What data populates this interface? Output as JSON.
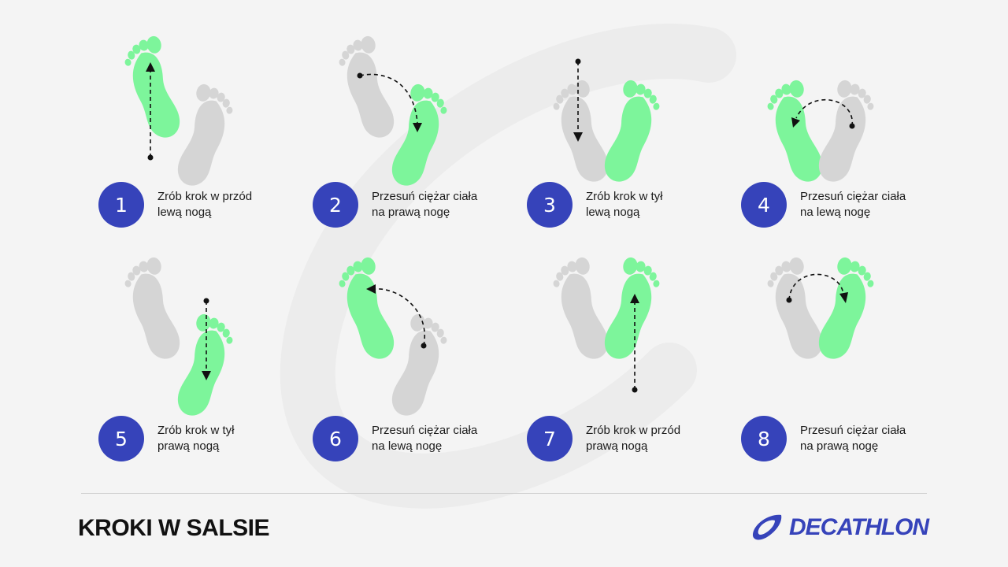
{
  "title": "KROKI W SALSIE",
  "brand": {
    "name": "DECATHLON"
  },
  "colors": {
    "active_foot": "#7df59b",
    "inactive_foot": "#d5d5d5",
    "badge": "#3643ba",
    "brand": "#3643ba",
    "arrow": "#111111",
    "background": "#f4f4f4"
  },
  "steps": [
    {
      "number": "1",
      "line1": "Zrób krok w przód",
      "line2": "lewą nogą",
      "active": "left",
      "motion": "left foot forward"
    },
    {
      "number": "2",
      "line1": "Przesuń ciężar ciała",
      "line2": "na prawą nogę",
      "active": "right",
      "motion": "weight to right foot"
    },
    {
      "number": "3",
      "line1": "Zrób krok w tył",
      "line2": "lewą nogą",
      "active": "right",
      "motion": "left foot back"
    },
    {
      "number": "4",
      "line1": "Przesuń ciężar ciała",
      "line2": "na lewą nogę",
      "active": "left",
      "motion": "weight to left foot"
    },
    {
      "number": "5",
      "line1": "Zrób krok w tył",
      "line2": "prawą nogą",
      "active": "right",
      "motion": "right foot back"
    },
    {
      "number": "6",
      "line1": "Przesuń ciężar ciała",
      "line2": "na lewą nogę",
      "active": "left",
      "motion": "weight to left foot"
    },
    {
      "number": "7",
      "line1": "Zrób krok w przód",
      "line2": "prawą nogą",
      "active": "right",
      "motion": "right foot forward"
    },
    {
      "number": "8",
      "line1": "Przesuń ciężar ciała",
      "line2": "na prawą nogę",
      "active": "right",
      "motion": "weight to right foot"
    }
  ]
}
